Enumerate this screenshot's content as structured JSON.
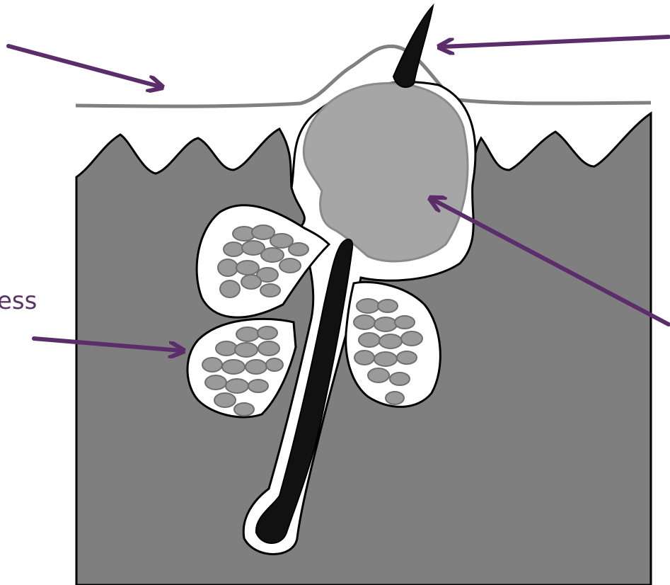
{
  "labels": {
    "partial_label": "ess"
  },
  "colors": {
    "arrow": "#5b2e6b",
    "label_text": "#5b3366",
    "dermis": "#7f7f7f",
    "comedone_plug": "#a6a6a6",
    "sebaceous_cells": "#9a9a9a",
    "hair_shaft": "#111111",
    "skin_surface_line": "#808080",
    "outline": "#000000",
    "background": "#ffffff"
  },
  "icons": {
    "arrows": [
      "arrow-to-skin-surface",
      "arrow-to-hair-tip",
      "arrow-to-plug",
      "arrow-to-sebaceous-gland"
    ]
  }
}
